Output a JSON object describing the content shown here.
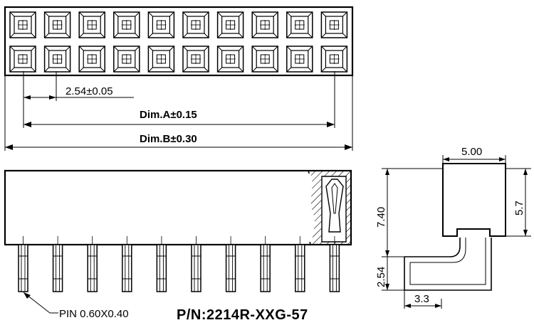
{
  "labels": {
    "pitch": "2.54±0.05",
    "dim_a": "Dim.A±0.15",
    "dim_b": "Dim.B±0.30",
    "pin": "PIN 0.60X0.40",
    "part_number": "P/N:2214R-XXG-57",
    "side_width": "5.00",
    "side_height_total": "7.40",
    "side_height_body": "5.7",
    "side_pin_height": "2.54",
    "side_pin_offset": "3.3"
  },
  "layout_counts": {
    "columns": 10,
    "rows": 2
  }
}
